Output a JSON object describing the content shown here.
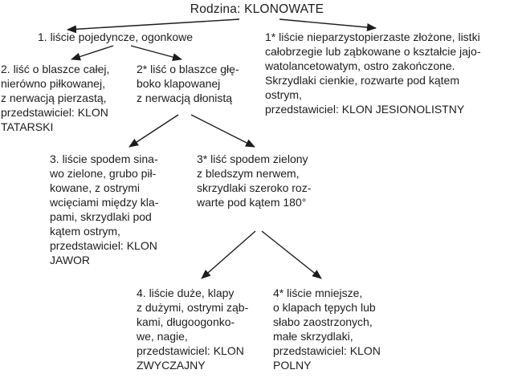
{
  "title": "Rodzina: KLONOWATE",
  "nodes": {
    "n1": [
      "1. liście pojedyncze, ogonkowe"
    ],
    "n1s": [
      "1* liście nieparzystopierzaste złożone, listki",
      "całobrzegie lub ząbkowane o kształcie jajo-",
      "watolancetowatym, ostro zakończone.",
      "Skrzydlaki cienkie, rozwarte pod kątem",
      "ostrym,",
      "przedstawiciel: KLON JESIONOLISTNY"
    ],
    "n2": [
      "2. liść o blaszce całej,",
      "nierówno piłkowanej,",
      "z nerwacją pierzastą,",
      "przedstawiciel: KLON",
      "TATARSKI"
    ],
    "n2s": [
      "2* liść o blaszce głę-",
      "boko klapowanej",
      "z nerwacją dłonistą"
    ],
    "n3": [
      "3. liście spodem sina-",
      "wo zielone, grubo pił-",
      "kowane, z ostrymi",
      "wcięciami między kla-",
      "pami, skrzydlaki pod",
      "kątem ostrym,",
      "przedstawiciel: KLON",
      "JAWOR"
    ],
    "n3s": [
      "3* liść spodem zielony",
      "z bledszym nerwem,",
      "skrzydlaki szeroko roz-",
      "warte pod kątem 180°"
    ],
    "n4": [
      "4. liście duże, klapy",
      "z dużymi, ostrymi ząb-",
      "kami, długoogonko-",
      "we, nagie,",
      "przedstawiciel: KLON",
      "ZWYCZAJNY"
    ],
    "n4s": [
      "4* liście mniejsze,",
      "o klapach tępych lub",
      "słabo zaostrzonych,",
      "małe skrzydlaki,",
      "przedstawiciel: KLON",
      "POLNY"
    ]
  },
  "colors": {
    "background": "#ffffff",
    "text": "#1d1d1d",
    "arrow": "#1d1d1d"
  }
}
